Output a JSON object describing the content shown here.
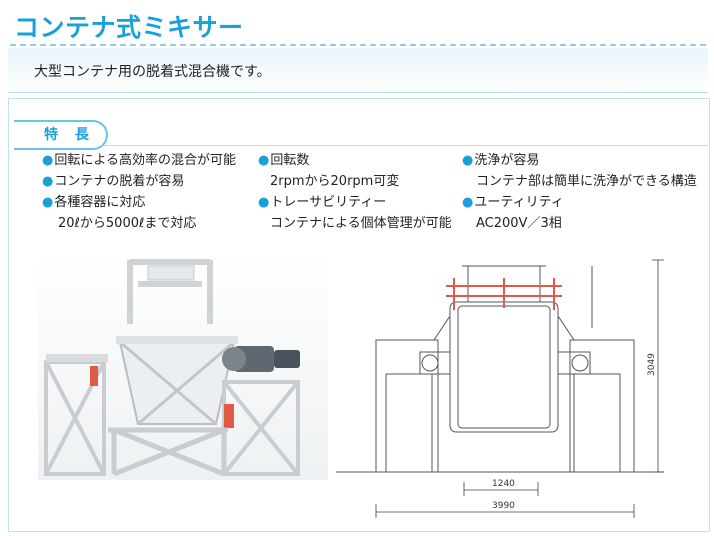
{
  "header": {
    "title": "コンテナ式ミキサー",
    "description": "大型コンテナ用の脱着式混合機です。"
  },
  "features": {
    "tab_label": "特 長",
    "items": [
      {
        "title": "回転による高効率の混合が可能",
        "detail": ""
      },
      {
        "title": "コンテナの脱着が容易",
        "detail": ""
      },
      {
        "title": "各種容器に対応",
        "detail": "20ℓから5000ℓまで対応"
      },
      {
        "title": "回転数",
        "detail": "2rpmから20rpm可変"
      },
      {
        "title": "トレーサビリティー",
        "detail": "コンテナによる個体管理が可能"
      },
      {
        "title": "洗浄が容易",
        "detail": "コンテナ部は簡単に洗浄ができる構造"
      },
      {
        "title": "ユーティリティ",
        "detail": "AC200V／3相"
      }
    ],
    "bullet": "●"
  },
  "drawing": {
    "height_dim": "3049",
    "inner_width_dim": "1240",
    "overall_width_dim": "3990"
  },
  "colors": {
    "accent": "#1aa0d8",
    "frame_highlight": "#e05a4a"
  }
}
